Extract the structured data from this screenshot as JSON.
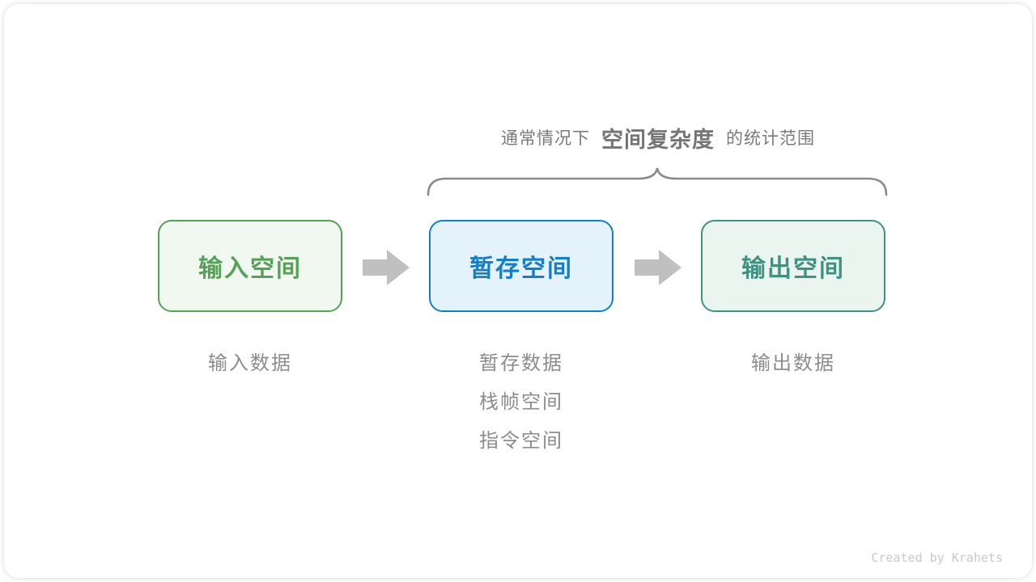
{
  "title": {
    "prefix": "通常情况下",
    "highlight": "空间复杂度",
    "suffix": "的统计范围"
  },
  "boxes": [
    {
      "label": "输入空间",
      "text_color": "#57a05a",
      "border_color": "#57a05a",
      "bg_color": "#f1f8ef"
    },
    {
      "label": "暂存空间",
      "text_color": "#147fc6",
      "border_color": "#147fc6",
      "bg_color": "#e4f2fc"
    },
    {
      "label": "输出空间",
      "text_color": "#3f9182",
      "border_color": "#3f9182",
      "bg_color": "#ebf5f0"
    }
  ],
  "annotations": {
    "input": [
      "输入数据"
    ],
    "temp": [
      "暂存数据",
      "栈帧空间",
      "指令空间"
    ],
    "output": [
      "输出数据"
    ]
  },
  "credit": "Created by Krahets",
  "colors": {
    "title_text": "#7a7a7a",
    "annotation_text": "#8c8c8c",
    "arrow_fill": "#c0c0c0",
    "brace_stroke": "#8a8a8a",
    "credit_text": "#c9c9c9"
  }
}
